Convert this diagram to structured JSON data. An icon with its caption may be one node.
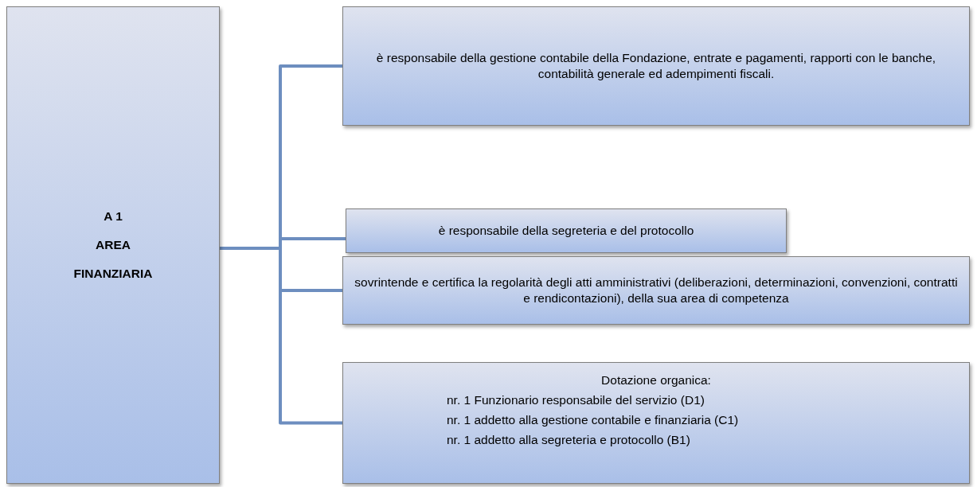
{
  "diagram": {
    "nodes": [
      {
        "text": [
          "A 1",
          "AREA",
          "FINANZIARIA"
        ]
      },
      {
        "text": [
          "è responsabile della gestione contabile della Fondazione, entrate e pagamenti, rapporti con le banche, contabilità generale ed adempimenti fiscali."
        ]
      },
      {
        "text": [
          "è responsabile della segreteria e del protocollo"
        ]
      },
      {
        "text": [
          "sovrintende e certifica la regolarità degli atti amministrativi (deliberazioni, determinazioni, convenzioni, contratti e rendicontazioni), della sua area di competenza"
        ]
      },
      {
        "text": [
          "Dotazione organica:",
          "nr. 1 Funzionario responsabile del servizio (D1)",
          "nr. 1 addetto alla gestione contabile e finanziaria (C1)",
          "nr. 1 addetto alla segreteria e protocollo (B1)"
        ]
      }
    ],
    "edges": [
      {
        "from": 0,
        "to": 1,
        "arrow": "none"
      },
      {
        "from": 0,
        "to": 2,
        "arrow": "none"
      },
      {
        "from": 0,
        "to": 3,
        "arrow": "none"
      },
      {
        "from": 0,
        "to": 4,
        "arrow": "none"
      }
    ]
  }
}
